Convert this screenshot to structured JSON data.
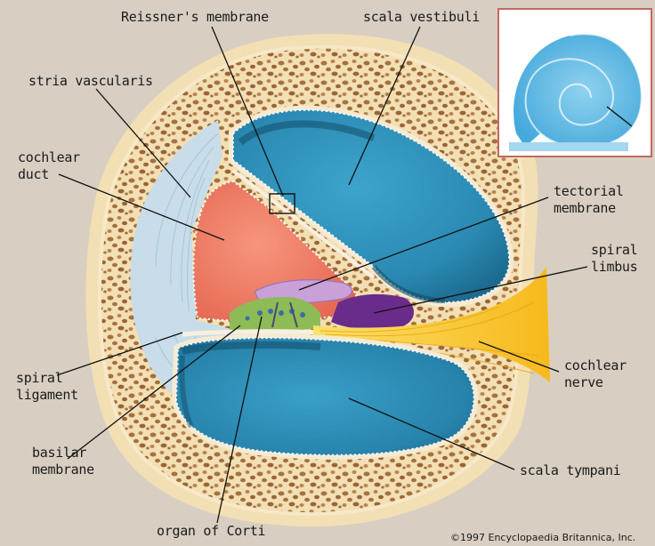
{
  "labels": {
    "reissners_membrane": "Reissner's membrane",
    "scala_vestibuli": "scala vestibuli",
    "stria_vascularis": "stria vascularis",
    "cochlear_duct": "cochlear\nduct",
    "tectorial_membrane": "tectorial\nmembrane",
    "spiral_limbus": "spiral\nlimbus",
    "spiral_ligament": "spiral\nligament",
    "cochlear_nerve": "cochlear\nnerve",
    "basilar_membrane": "basilar\nmembrane",
    "scala_tympani": "scala tympani",
    "organ_of_corti": "organ of Corti"
  },
  "copyright": "©1997 Encyclopaedia Britannica, Inc.",
  "colors": {
    "background": "#d8cfc2",
    "bone": "#f3dfb4",
    "bone_spots": "#a4713f",
    "scala_fill": "#2c8fb8",
    "scala_dark": "#124d6a",
    "cochlear_duct": "#f2836a",
    "tectorial_membrane": "#c9a0d8",
    "spiral_limbus": "#6a2c8a",
    "organ_of_corti": "#8dbb55",
    "nerve": "#f4c02a",
    "ligament": "#bfd8e8",
    "inset_spiral": "#58b8e4"
  }
}
